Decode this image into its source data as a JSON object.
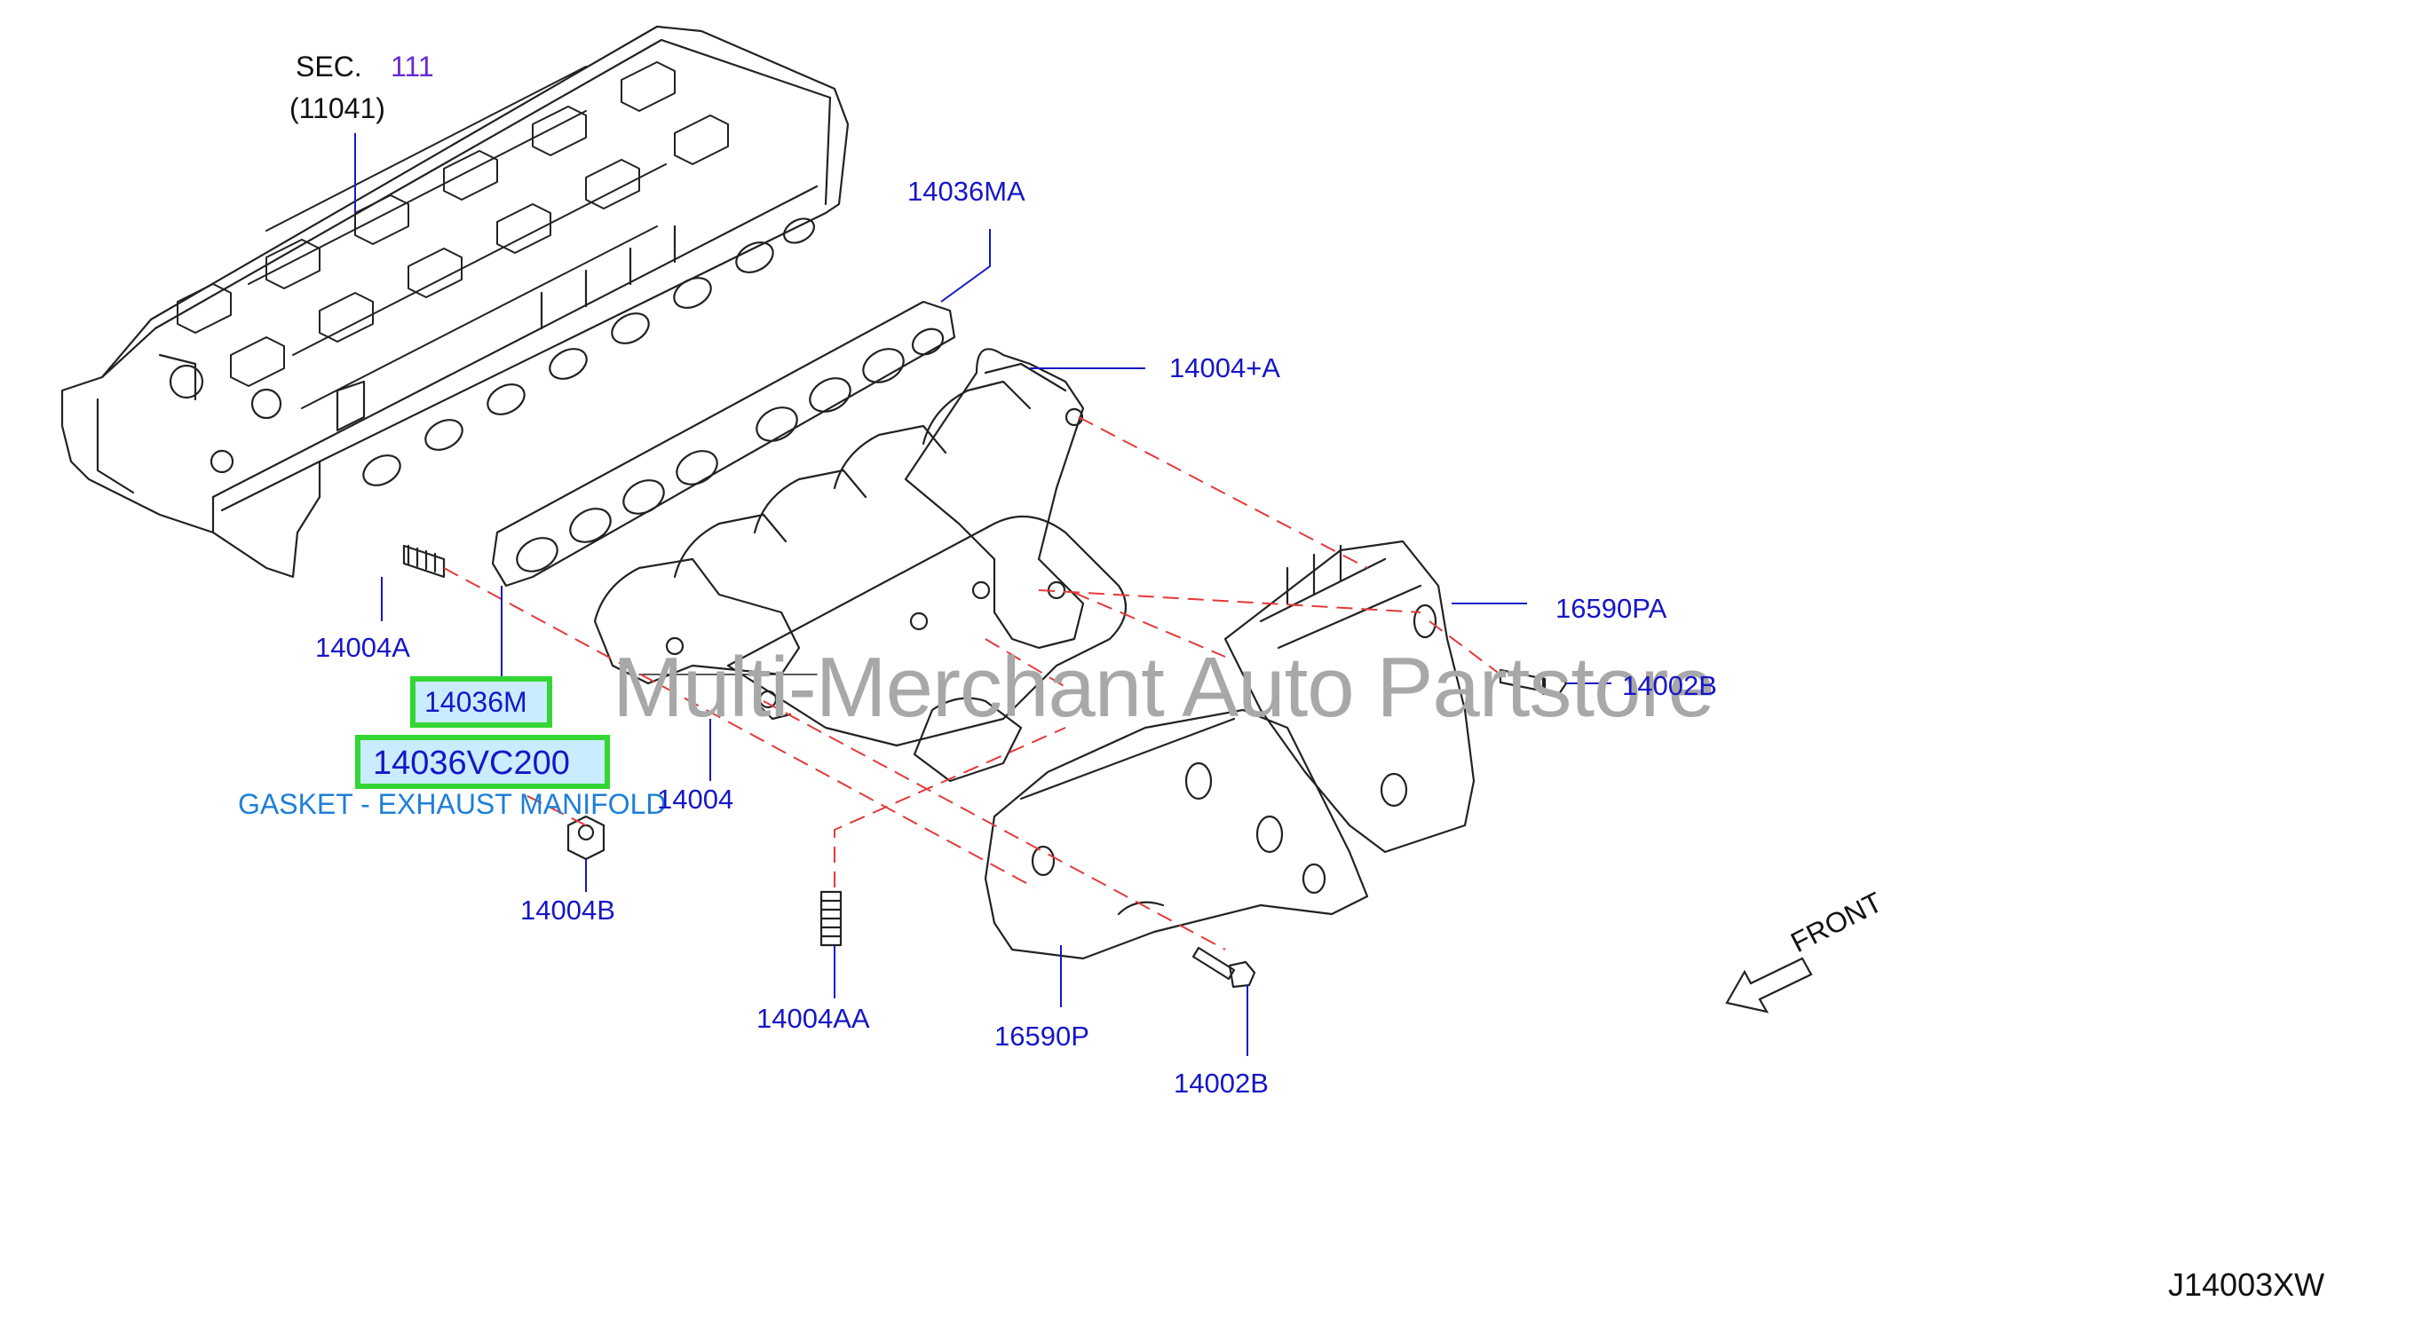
{
  "sec_label": "SEC.",
  "sec_number": "111",
  "sec_ref": "(11041)",
  "part_14036MA": "14036MA",
  "part_14004_plus_A": "14004+A",
  "part_16590PA": "16590PA",
  "part_14002B_upper": "14002B",
  "part_14004A": "14004A",
  "part_14036M": "14036M",
  "part_14036VC200": "14036VC200",
  "part_description": "GASKET - EXHAUST MANIFOLD",
  "part_14004": "14004",
  "part_14004B": "14004B",
  "part_14004AA": "14004AA",
  "part_16590P": "16590P",
  "part_14002B_lower": "14002B",
  "front_label": "FRONT",
  "watermark": "Multi-Merchant Auto Partstore",
  "diagram_code": "J14003XW",
  "colors": {
    "label": "#1616c8",
    "highlight_border": "#33d633",
    "highlight_fill": "#c9ecff",
    "leader_dash": "#e23a3a",
    "line_art": "#222222",
    "watermark": "#a8a8a8"
  }
}
